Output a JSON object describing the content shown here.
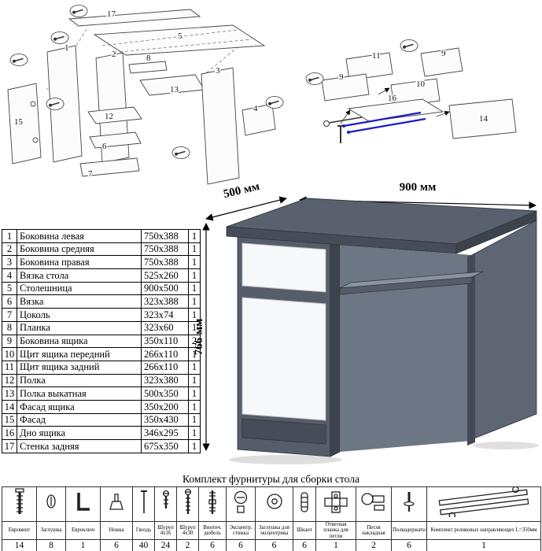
{
  "parts_table": {
    "rows": [
      {
        "num": "1",
        "name": "Боковина левая",
        "size": "750x388",
        "qty": "1"
      },
      {
        "num": "2",
        "name": "Боковина средняя",
        "size": "750x388",
        "qty": "1"
      },
      {
        "num": "3",
        "name": "Боковина правая",
        "size": "750x388",
        "qty": "1"
      },
      {
        "num": "4",
        "name": "Вязка стола",
        "size": "525x260",
        "qty": "1"
      },
      {
        "num": "5",
        "name": "Столешница",
        "size": "900x500",
        "qty": "1"
      },
      {
        "num": "6",
        "name": "Вязка",
        "size": "323x388",
        "qty": "1"
      },
      {
        "num": "7",
        "name": "Цоколь",
        "size": "323x74",
        "qty": "1"
      },
      {
        "num": "8",
        "name": "Планка",
        "size": "323x60",
        "qty": "1"
      },
      {
        "num": "9",
        "name": "Боковина ящика",
        "size": "350x110",
        "qty": "2"
      },
      {
        "num": "10",
        "name": "Щит ящика передний",
        "size": "266x110",
        "qty": "1"
      },
      {
        "num": "11",
        "name": "Щит ящика задний",
        "size": "266x110",
        "qty": "1"
      },
      {
        "num": "12",
        "name": "Полка",
        "size": "323x380",
        "qty": "1"
      },
      {
        "num": "13",
        "name": "Полка выкатная",
        "size": "500x350",
        "qty": "1"
      },
      {
        "num": "14",
        "name": "Фасад ящика",
        "size": "350x200",
        "qty": "1"
      },
      {
        "num": "15",
        "name": "Фасад",
        "size": "350x430",
        "qty": "1"
      },
      {
        "num": "16",
        "name": "Дно ящика",
        "size": "346x295",
        "qty": "1"
      },
      {
        "num": "17",
        "name": "Стенка задняя",
        "size": "675x350",
        "qty": "1"
      }
    ]
  },
  "desk": {
    "dim_width": "900 мм",
    "dim_depth": "500 мм",
    "dim_height": "766 мм",
    "colors": {
      "top": "#5a616e",
      "front": "#474d58",
      "edge": "#3d434d",
      "facade": "#f7f8f9",
      "opening": "#6d7685"
    }
  },
  "exploded_left": {
    "labels": [
      "17",
      "5",
      "1",
      "2",
      "3",
      "8",
      "13",
      "12",
      "6",
      "7",
      "15",
      "4"
    ]
  },
  "exploded_right": {
    "labels": [
      "11",
      "9",
      "9",
      "10",
      "16",
      "14"
    ]
  },
  "hardware": {
    "title": "Комплект фурнитуры для сборки стола",
    "items": [
      {
        "name": "Евровинт",
        "qty": "14",
        "icon": "confirmat-screw"
      },
      {
        "name": "Заглушка",
        "qty": "8",
        "icon": "cap"
      },
      {
        "name": "Евроключ",
        "qty": "1",
        "icon": "hex-key"
      },
      {
        "name": "Ножка",
        "qty": "6",
        "icon": "foot"
      },
      {
        "name": "Гвоздь",
        "qty": "40",
        "icon": "nail"
      },
      {
        "name": "Шуруп 4x16",
        "qty": "24",
        "icon": "screw-short"
      },
      {
        "name": "Шуруп 4x30",
        "qty": "2",
        "icon": "screw-long"
      },
      {
        "name": "Винтич. дюбель",
        "qty": "6",
        "icon": "double-thread-dowel"
      },
      {
        "name": "Эксцентр. стяжка",
        "qty": "6",
        "icon": "cam-lock"
      },
      {
        "name": "Заглушка для эксцентрика",
        "qty": "6",
        "icon": "cam-cap"
      },
      {
        "name": "Шкант",
        "qty": "6",
        "icon": "wood-dowel"
      },
      {
        "name": "Ответная планка для петли",
        "qty": "1",
        "icon": "hinge-plate"
      },
      {
        "name": "Петля накладная",
        "qty": "2",
        "icon": "hinge"
      },
      {
        "name": "Полкодержатель",
        "qty": "6",
        "icon": "shelf-pin"
      },
      {
        "name": "Комплект роликовых направляющих L=350мм",
        "qty": "1",
        "icon": "roller-guides"
      }
    ]
  }
}
